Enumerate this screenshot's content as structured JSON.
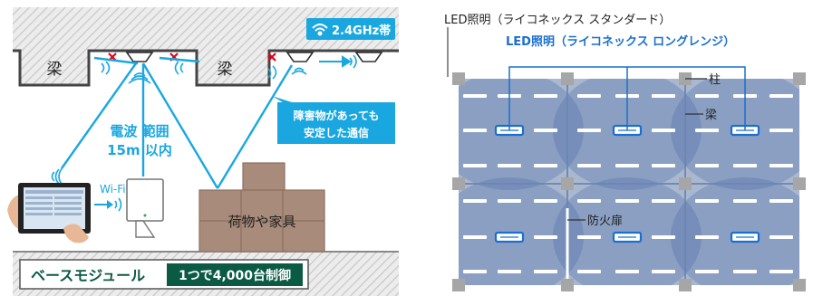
{
  "left": {
    "badge": "2.4GHz帯",
    "beam_left": "梁",
    "beam_right": "梁",
    "radio_range_line1": "電波 範囲",
    "radio_range_line2": "15m 以内",
    "obstacle_line1": "障害物があっても",
    "obstacle_line2": "安定した通信",
    "wifi_label": "Wi-Fi",
    "cargo_label": "荷物や家具",
    "module_label": "ベースモジュール",
    "module_spec": "1つで4,000台制御",
    "colors": {
      "accent": "#1aa7e0",
      "dark_green": "#0b5a44",
      "concrete": "#dcdcdc",
      "box": "#a88b7a"
    }
  },
  "right": {
    "standard_label": "LED照明（ライコネックス スタンダード）",
    "longrange_label": "LED照明（ライコネックス ロングレンジ）",
    "pillar_label": "柱",
    "beam_label": "梁",
    "firedoor_label": "防火扉",
    "colors": {
      "floor": "#a9b8cf",
      "coverage": "#5a7ab0",
      "pillar": "#a6a6a6",
      "accent": "#1a6fd0"
    }
  }
}
